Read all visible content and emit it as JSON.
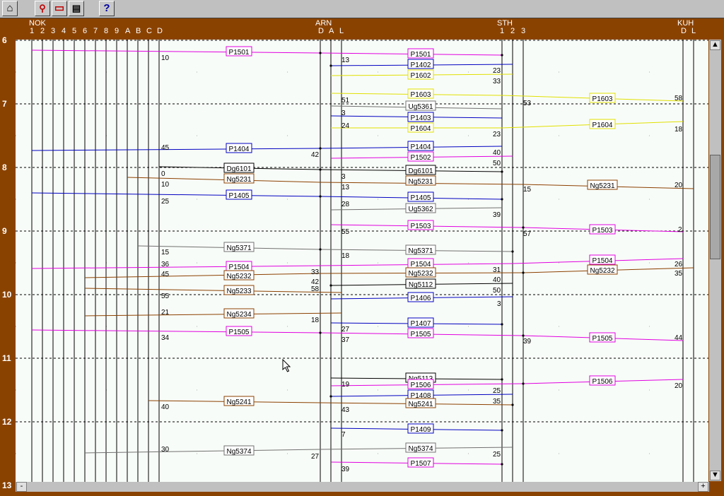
{
  "toolbar": {
    "help_label": "?"
  },
  "stations": [
    {
      "name": "NOK",
      "tracks": [
        "1",
        "2",
        "3",
        "4",
        "5",
        "6",
        "7",
        "8",
        "9",
        "A",
        "B",
        "C",
        "D"
      ]
    },
    {
      "name": "ARN",
      "tracks": [
        "D",
        "A",
        "L"
      ]
    },
    {
      "name": "STH",
      "tracks": [
        "1",
        "2",
        "3"
      ]
    },
    {
      "name": "KUH",
      "tracks": [
        "D",
        "L"
      ]
    }
  ],
  "hours": [
    "6",
    "7",
    "8",
    "9",
    "10",
    "11",
    "12",
    "13"
  ],
  "scroll": {
    "up": "▲",
    "down": "▼",
    "left": "-",
    "right": "+"
  },
  "colors": {
    "passenger": "#e000e0",
    "regional": "#0000c0",
    "express": "#e0e000",
    "freight": "#8b4000",
    "goods": "#707070",
    "service": "#000000",
    "canvas": "#f8fcf8",
    "frame": "#8a4200"
  },
  "trains": [
    {
      "id": "P1501",
      "color": "#e000e0",
      "labels": [
        "P1501",
        "P1501"
      ]
    },
    {
      "id": "P1402",
      "color": "#0000c0",
      "labels": [
        "P1402"
      ]
    },
    {
      "id": "P1602",
      "color": "#e0e000",
      "labels": [
        "P1602"
      ]
    },
    {
      "id": "P1603",
      "color": "#e0e000",
      "labels": [
        "P1603",
        "P1603"
      ]
    },
    {
      "id": "Ug5361",
      "color": "#707070",
      "labels": [
        "Ug5361"
      ]
    },
    {
      "id": "P1403",
      "color": "#0000c0",
      "labels": [
        "P1403"
      ]
    },
    {
      "id": "P1604",
      "color": "#e0e000",
      "labels": [
        "P1604",
        "P1604"
      ]
    },
    {
      "id": "P1404",
      "color": "#0000c0",
      "labels": [
        "P1404",
        "P1404"
      ]
    },
    {
      "id": "P1502",
      "color": "#e000e0",
      "labels": [
        "P1502"
      ]
    },
    {
      "id": "Dg6101",
      "color": "#000000",
      "labels": [
        "Dg6101",
        "Dg6101"
      ]
    },
    {
      "id": "Ng5231",
      "color": "#8b4000",
      "labels": [
        "Ng5231",
        "Ng5231",
        "Ng5231"
      ]
    },
    {
      "id": "P1405",
      "color": "#0000c0",
      "labels": [
        "P1405",
        "P1405"
      ]
    },
    {
      "id": "Ug5362",
      "color": "#707070",
      "labels": [
        "Ug5362"
      ]
    },
    {
      "id": "P1503",
      "color": "#e000e0",
      "labels": [
        "P1503",
        "P1503"
      ]
    },
    {
      "id": "Ng5371",
      "color": "#707070",
      "labels": [
        "Ng5371",
        "Ng5371"
      ]
    },
    {
      "id": "P1504",
      "color": "#e000e0",
      "labels": [
        "P1504",
        "P1504",
        "P1504"
      ]
    },
    {
      "id": "Ng5232",
      "color": "#8b4000",
      "labels": [
        "Ng5232",
        "Ng5232",
        "Ng5232"
      ]
    },
    {
      "id": "Ng5112",
      "color": "#000000",
      "labels": [
        "Ng5112"
      ]
    },
    {
      "id": "Ng5233",
      "color": "#8b4000",
      "labels": [
        "Ng5233"
      ]
    },
    {
      "id": "P1406",
      "color": "#0000c0",
      "labels": [
        "P1406"
      ]
    },
    {
      "id": "Ng5234",
      "color": "#8b4000",
      "labels": [
        "Ng5234"
      ]
    },
    {
      "id": "P1407",
      "color": "#0000c0",
      "labels": [
        "P1407"
      ]
    },
    {
      "id": "P1505",
      "color": "#e000e0",
      "labels": [
        "P1505",
        "P1505",
        "P1505"
      ]
    },
    {
      "id": "Ng5113",
      "color": "#000000",
      "labels": [
        "Ng5113"
      ]
    },
    {
      "id": "P1506",
      "color": "#e000e0",
      "labels": [
        "P1506",
        "P1506"
      ]
    },
    {
      "id": "P1408",
      "color": "#0000c0",
      "labels": [
        "P1408"
      ]
    },
    {
      "id": "Ng5241",
      "color": "#8b4000",
      "labels": [
        "Ng5241",
        "Ng5241"
      ]
    },
    {
      "id": "P1409",
      "color": "#0000c0",
      "labels": [
        "P1409"
      ]
    },
    {
      "id": "Ng5374",
      "color": "#707070",
      "labels": [
        "Ng5374",
        "Ng5374"
      ]
    },
    {
      "id": "P1507",
      "color": "#e000e0",
      "labels": [
        "P1507"
      ]
    }
  ],
  "minute_labels": [
    "10",
    "13",
    "23",
    "33",
    "51",
    "53",
    "58",
    "3",
    "24",
    "23",
    "18",
    "45",
    "42",
    "40",
    "50",
    "0",
    "3",
    "10",
    "13",
    "15",
    "20",
    "25",
    "28",
    "39",
    "55",
    "57",
    "2",
    "15",
    "18",
    "36",
    "31",
    "26",
    "45",
    "33",
    "42",
    "58",
    "40",
    "50",
    "35",
    "55",
    "3",
    "21",
    "18",
    "27",
    "34",
    "37",
    "39",
    "44",
    "19",
    "25",
    "20",
    "40",
    "43",
    "35",
    "7",
    "30",
    "27",
    "25",
    "39"
  ]
}
